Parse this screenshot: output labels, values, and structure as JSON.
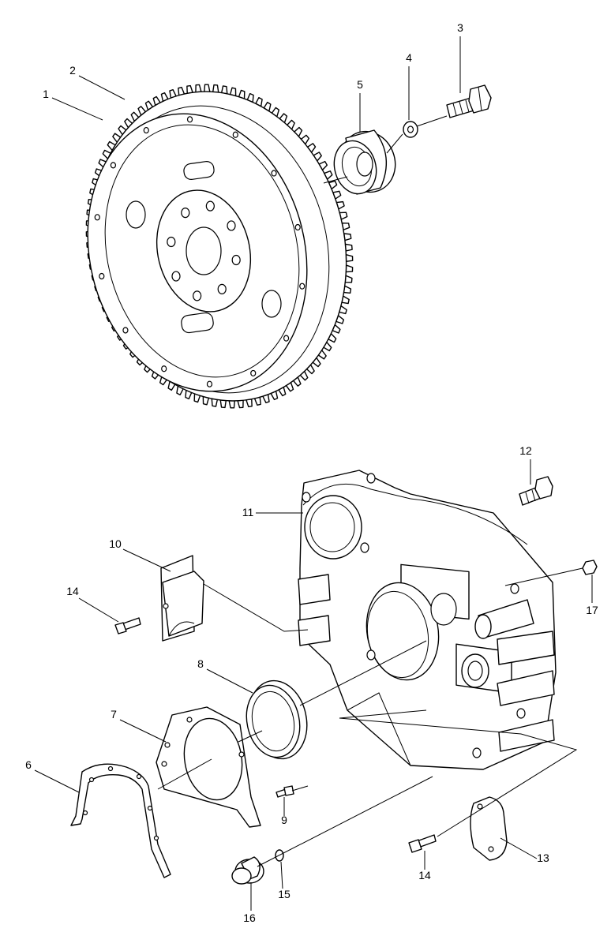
{
  "callouts": [
    {
      "id": "c1",
      "label": "1"
    },
    {
      "id": "c2",
      "label": "2"
    },
    {
      "id": "c3",
      "label": "3"
    },
    {
      "id": "c4",
      "label": "4"
    },
    {
      "id": "c5",
      "label": "5"
    },
    {
      "id": "c6",
      "label": "6"
    },
    {
      "id": "c7",
      "label": "7"
    },
    {
      "id": "c8",
      "label": "8"
    },
    {
      "id": "c9",
      "label": "9"
    },
    {
      "id": "c10",
      "label": "10"
    },
    {
      "id": "c11",
      "label": "11"
    },
    {
      "id": "c12",
      "label": "12"
    },
    {
      "id": "c13",
      "label": "13"
    },
    {
      "id": "c14a",
      "label": "14"
    },
    {
      "id": "c14b",
      "label": "14"
    },
    {
      "id": "c15",
      "label": "15"
    },
    {
      "id": "c16",
      "label": "16"
    },
    {
      "id": "c17",
      "label": "17"
    }
  ],
  "colors": {
    "line": "#000000",
    "background": "#ffffff"
  }
}
